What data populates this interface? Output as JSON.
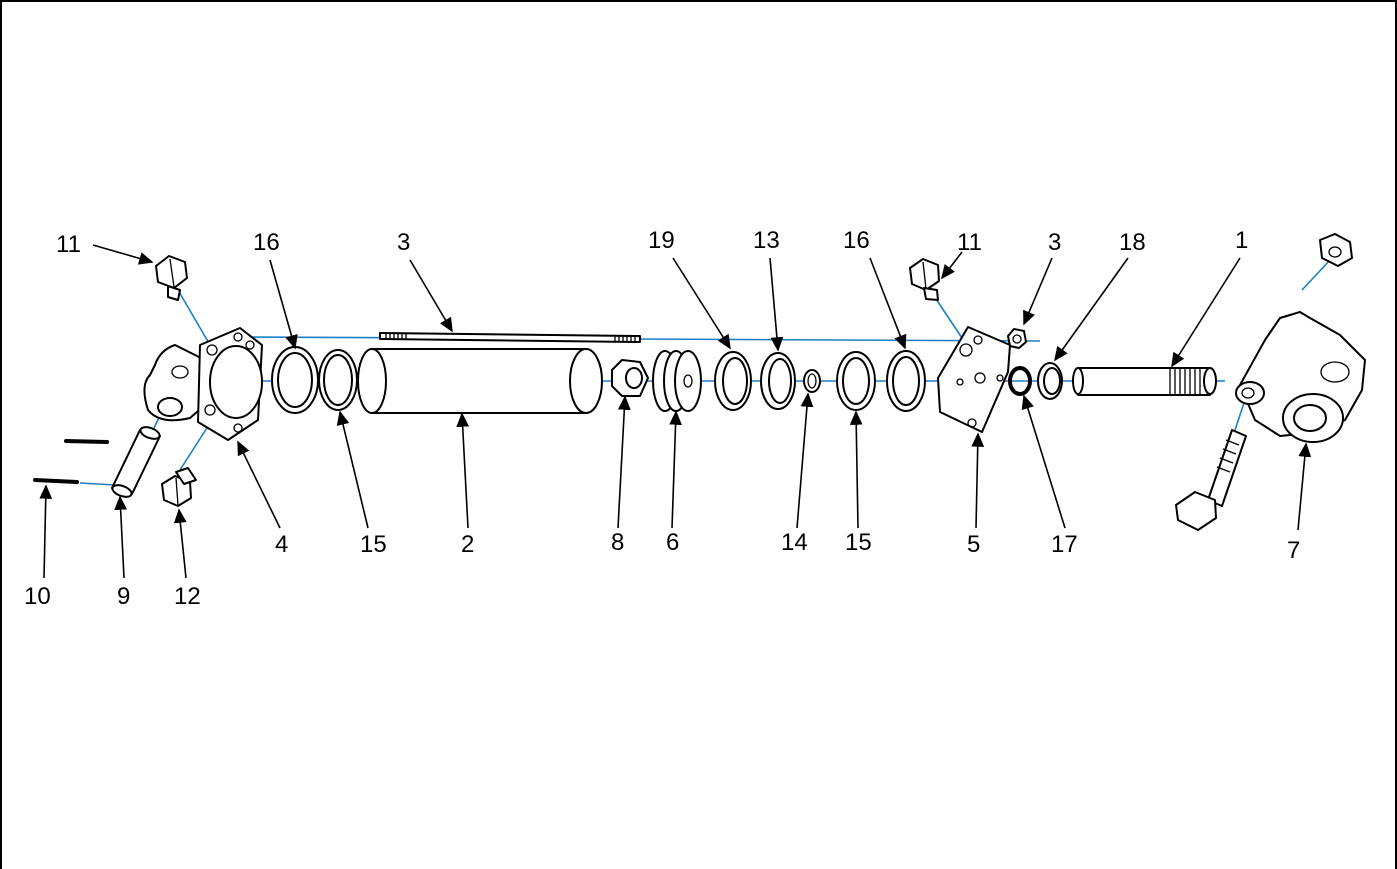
{
  "diagram": {
    "colors": {
      "axis": "#1a7fc4",
      "ink": "#000000",
      "background": "#ffffff"
    },
    "callouts": [
      {
        "id": "c11a",
        "text": "11"
      },
      {
        "id": "c16a",
        "text": "16"
      },
      {
        "id": "c3a",
        "text": "3"
      },
      {
        "id": "c19",
        "text": "19"
      },
      {
        "id": "c13",
        "text": "13"
      },
      {
        "id": "c16b",
        "text": "16"
      },
      {
        "id": "c11b",
        "text": "11"
      },
      {
        "id": "c3b",
        "text": "3"
      },
      {
        "id": "c18",
        "text": "18"
      },
      {
        "id": "c1",
        "text": "1"
      },
      {
        "id": "c4",
        "text": "4"
      },
      {
        "id": "c15a",
        "text": "15"
      },
      {
        "id": "c2",
        "text": "2"
      },
      {
        "id": "c8",
        "text": "8"
      },
      {
        "id": "c6",
        "text": "6"
      },
      {
        "id": "c14",
        "text": "14"
      },
      {
        "id": "c15b",
        "text": "15"
      },
      {
        "id": "c5",
        "text": "5"
      },
      {
        "id": "c17",
        "text": "17"
      },
      {
        "id": "c7",
        "text": "7"
      },
      {
        "id": "c10",
        "text": "10"
      },
      {
        "id": "c9",
        "text": "9"
      },
      {
        "id": "c12",
        "text": "12"
      }
    ]
  }
}
